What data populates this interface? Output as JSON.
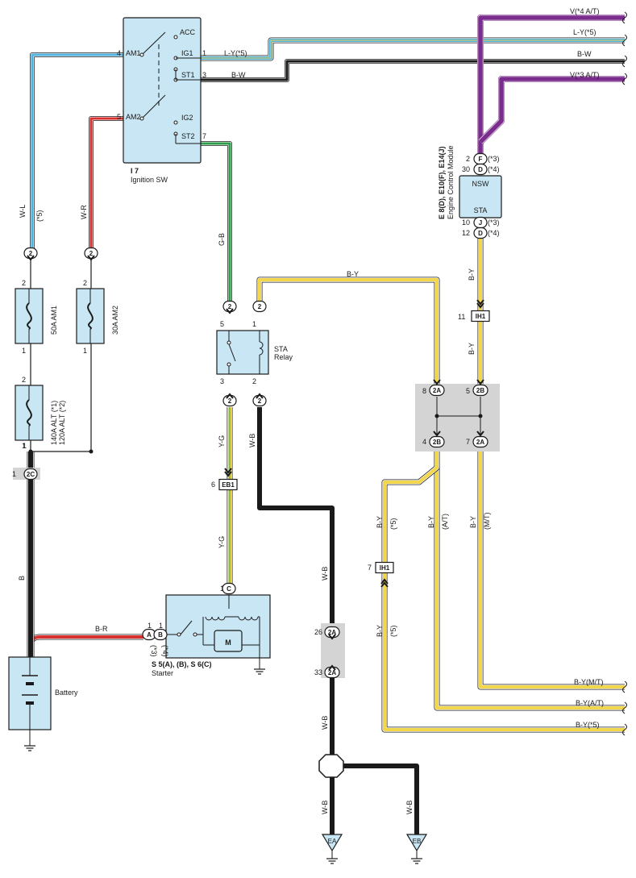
{
  "components": {
    "ignition_switch": {
      "code": "I 7",
      "name": "Ignition SW",
      "terminals": {
        "am1": "AM1",
        "am2": "AM2",
        "acc": "ACC",
        "ig1": "IG1",
        "st1": "ST1",
        "ig2": "IG2",
        "st2": "ST2"
      },
      "pins": {
        "am1": "4",
        "am2": "5",
        "ig1": "1",
        "st1": "3",
        "st2": "7"
      }
    },
    "fuse_am1": {
      "label": "50A AM1",
      "pin_top": "2",
      "pin_bottom": "1"
    },
    "fuse_am2": {
      "label": "30A AM2",
      "pin_top": "2",
      "pin_bottom": "1"
    },
    "fuse_alt": {
      "label1": "140A ALT (*1)",
      "label2": "120A ALT (*2)",
      "pin_top": "2",
      "pin_bottom": "1"
    },
    "sta_relay": {
      "label1": "STA",
      "label2": "Relay",
      "pins": {
        "p5": "5",
        "p1": "1",
        "p3": "3",
        "p2": "2"
      }
    },
    "ecm": {
      "code": "E 8(D), E10(F), E14(J)",
      "name": "Engine Control Module",
      "nsw": "NSW",
      "sta": "STA",
      "pins": {
        "p2": "2",
        "p30": "30",
        "p10": "10",
        "p12": "12"
      },
      "connectors": {
        "f": "F",
        "d": "D",
        "j": "J"
      },
      "notes": {
        "n3": "(*3)",
        "n4": "(*4)"
      }
    },
    "starter": {
      "code": "S 5(A), (B), S 6(C)",
      "name": "Starter",
      "motor": "M",
      "connectors": {
        "a": "A",
        "b": "B",
        "c": "C"
      },
      "pins": {
        "p1": "1"
      },
      "notes": {
        "n3": "(*3)",
        "n4": "(*4)"
      }
    },
    "battery": {
      "name": "Battery"
    }
  },
  "wires": {
    "v4at": "V(*4 A/T)",
    "ly5": "L-Y(*5)",
    "bw": "B-W",
    "v3at": "V(*3 A/T)",
    "ly_ig1": "L-Y(*5)",
    "bw_st1": "B-W",
    "wl": "W-L",
    "wl_note": "(*5)",
    "wr": "W-R",
    "gb": "G-B",
    "by_top": "B-Y",
    "by": "B-Y",
    "by_note5": "(*5)",
    "by_at": "(A/T)",
    "by_mt": "(M/T)",
    "yg": "Y-G",
    "wb": "W-B",
    "b": "B",
    "br": "B-R",
    "by_mt_out": "B-Y(M/T)",
    "by_at_out": "B-Y(A/T)",
    "by_5_out": "B-Y(*5)"
  },
  "connectors": {
    "c2": "2",
    "c2c": "2C",
    "c2a": "2A",
    "c2b": "2B",
    "ih1": "IH1",
    "eb1": "EB1",
    "ea": "EA",
    "eb": "EB",
    "pin1": "1",
    "pin4": "4",
    "pin5": "5",
    "pin6": "6",
    "pin7": "7",
    "pin8": "8",
    "pin11": "11",
    "pin26": "26",
    "pin33": "33"
  },
  "colors": {
    "component_fill": "#c8e6f3",
    "junction_fill": "#d4d4d4",
    "yellow": "#f2d64b",
    "violet": "#7b2d8e",
    "blue": "#4fb3e0",
    "green": "#2e9e4a",
    "red": "#d93030"
  }
}
